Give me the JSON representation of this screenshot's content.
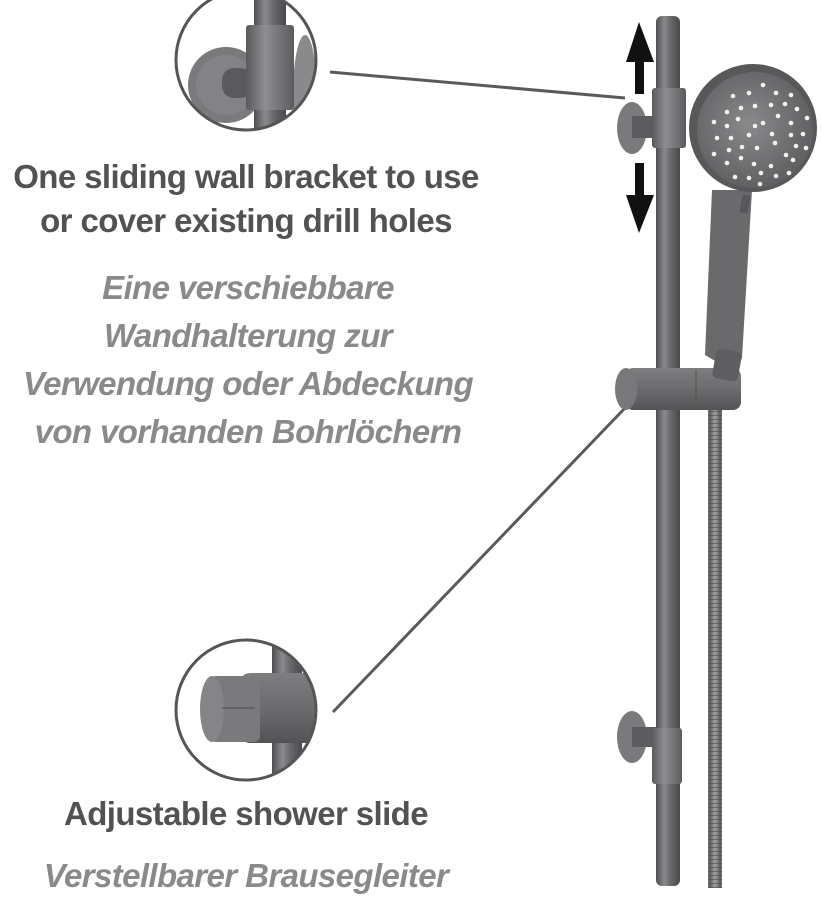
{
  "callouts": [
    {
      "id": "wall-bracket",
      "title_en": [
        "One sliding wall bracket to use",
        "or cover existing drill holes"
      ],
      "title_de": [
        "Eine verschiebbare",
        "Wandhalterung zur",
        "Verwendung oder Abdeckung",
        "von vorhanden Bohrlöchern"
      ]
    },
    {
      "id": "shower-slide",
      "title_en": [
        "Adjustable shower slide"
      ],
      "title_de": [
        "Verstellbarer Brausegleiter"
      ]
    }
  ],
  "icons": {
    "arrow_up": "arrow-up-icon",
    "arrow_down": "arrow-down-icon"
  },
  "colors": {
    "text_en": "#525252",
    "text_de": "#8a8a8a",
    "metal": "#6e6e70",
    "metal_dark": "#4f4f52",
    "leader_line": "#5a5a5a",
    "arrow": "#111111",
    "background": "#ffffff"
  }
}
